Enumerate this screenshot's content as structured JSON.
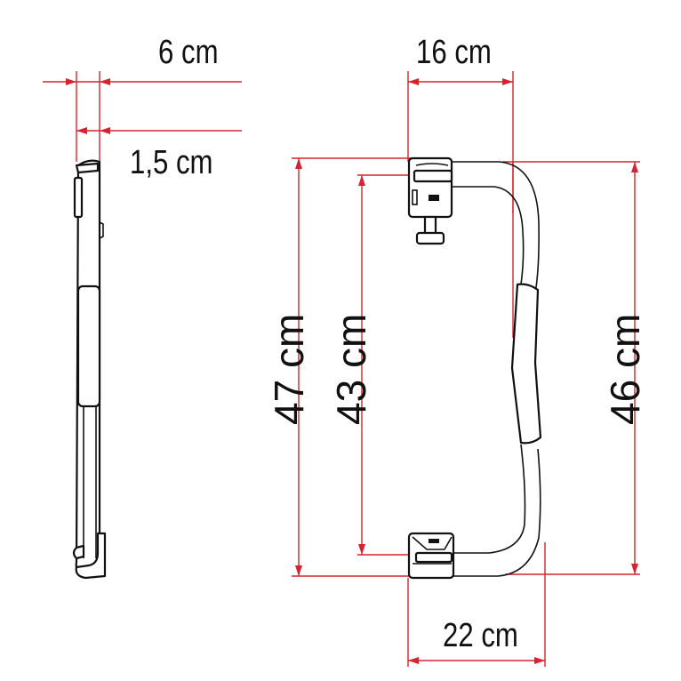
{
  "drawing": {
    "title": "Handrail dimension drawing",
    "views": [
      "side-profile",
      "front-view"
    ],
    "colors": {
      "dimension_line": "#d6232f",
      "outline": "#111111",
      "background": "#ffffff"
    }
  },
  "dimensions": {
    "total_depth": {
      "label": "6 cm",
      "orientation": "horizontal"
    },
    "bar_thickness": {
      "label": "1,5 cm",
      "orientation": "horizontal"
    },
    "top_offset": {
      "label": "16 cm",
      "orientation": "horizontal"
    },
    "bottom_offset": {
      "label": "22 cm",
      "orientation": "horizontal"
    },
    "overall_height": {
      "label": "47 cm",
      "orientation": "vertical"
    },
    "mount_spacing": {
      "label": "43 cm",
      "orientation": "vertical"
    },
    "bar_height": {
      "label": "46 cm",
      "orientation": "vertical"
    }
  }
}
